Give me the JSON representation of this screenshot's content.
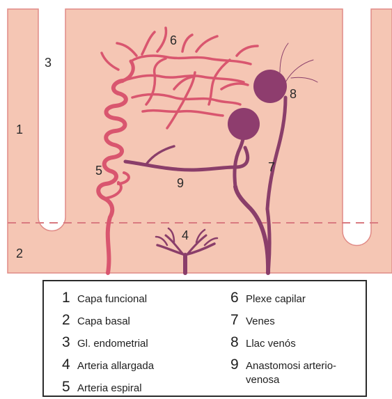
{
  "diagram": {
    "colors": {
      "tissue": "#f5c6b4",
      "tissue_border": "#e08a86",
      "artery": "#d9566f",
      "vein": "#8a3e6a",
      "lake": "#8e3d6e",
      "dashed_line": "#d97a80"
    },
    "region_labels": [
      {
        "id": "label-1",
        "text": "1"
      },
      {
        "id": "label-2",
        "text": "2"
      },
      {
        "id": "label-3",
        "text": "3"
      },
      {
        "id": "label-4",
        "text": "4"
      },
      {
        "id": "label-5",
        "text": "5"
      },
      {
        "id": "label-6",
        "text": "6"
      },
      {
        "id": "label-7",
        "text": "7"
      },
      {
        "id": "label-8",
        "text": "8"
      },
      {
        "id": "label-9",
        "text": "9"
      }
    ]
  },
  "legend": {
    "items": [
      {
        "num": "1",
        "text": "Capa funcional"
      },
      {
        "num": "2",
        "text": "Capa basal"
      },
      {
        "num": "3",
        "text": "Gl. endometrial"
      },
      {
        "num": "4",
        "text": "Arteria allargada"
      },
      {
        "num": "5",
        "text": "Arteria espiral"
      },
      {
        "num": "6",
        "text": "Plexe capilar"
      },
      {
        "num": "7",
        "text": "Venes"
      },
      {
        "num": "8",
        "text": "Llac venós"
      },
      {
        "num": "9",
        "text": "Anastomosi arterio-venosa"
      }
    ]
  }
}
